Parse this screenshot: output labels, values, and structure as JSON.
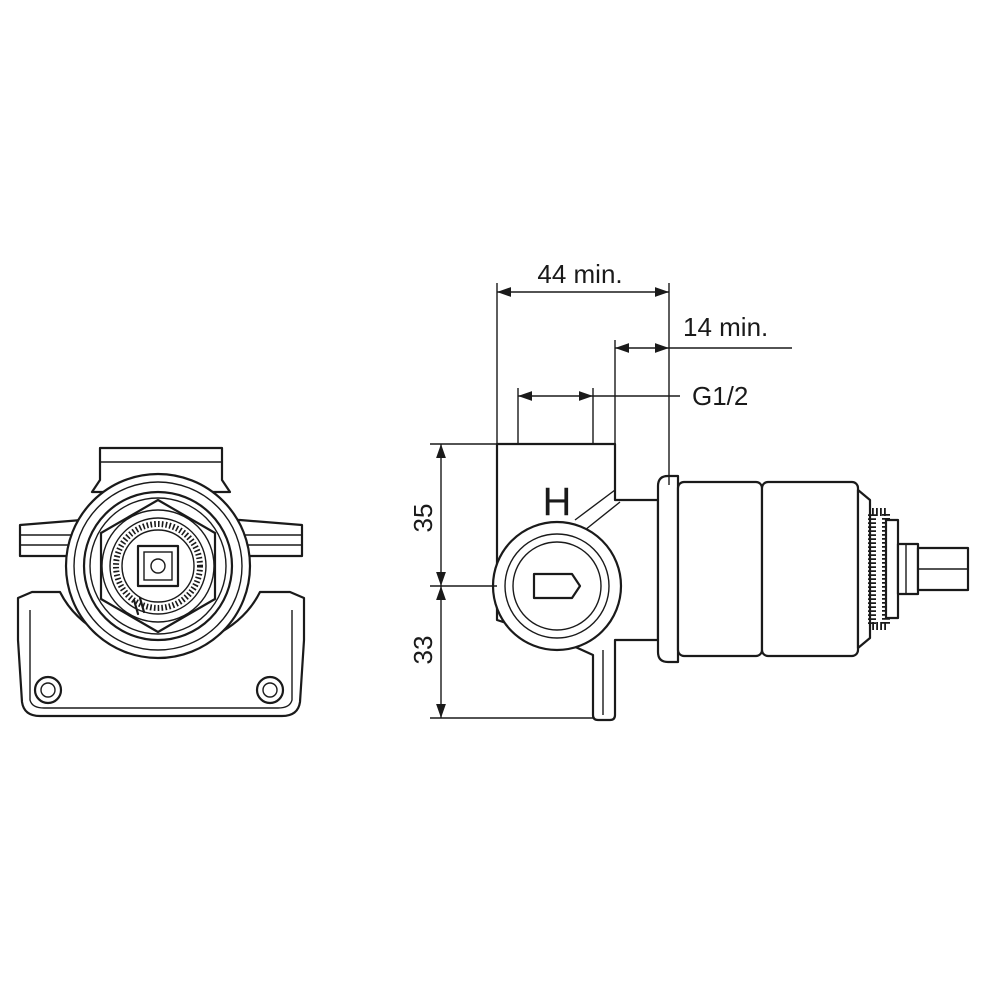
{
  "dimensions": {
    "width_total": "44 min.",
    "width_cover": "14 min.",
    "thread": "G1/2",
    "height_upper": "35",
    "height_lower": "33"
  },
  "markings": {
    "hot_label": "H"
  }
}
